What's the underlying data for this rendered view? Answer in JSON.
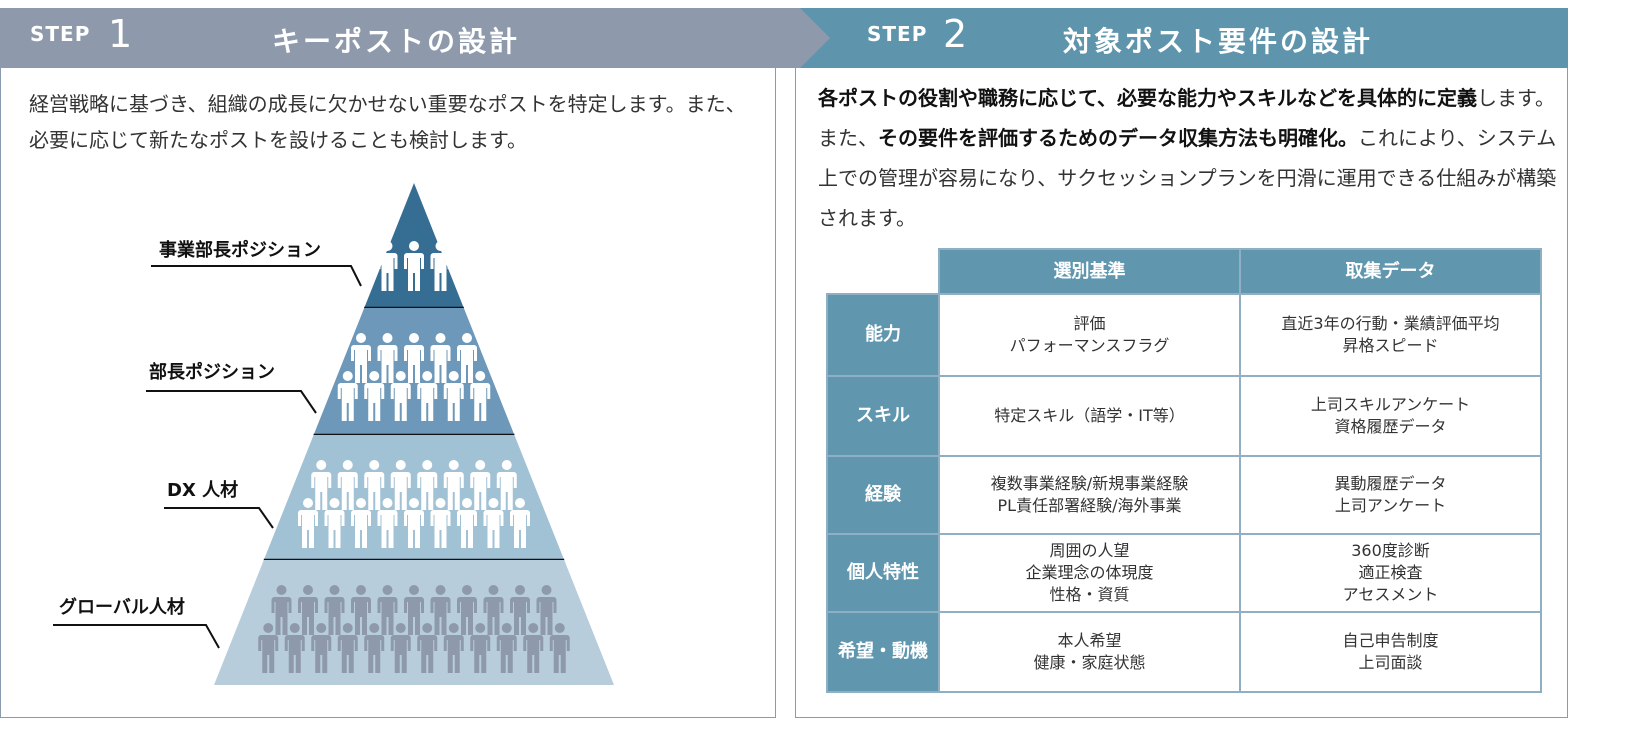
{
  "step1": {
    "step_label": "STEP",
    "step_number": "1",
    "title": "キーポストの設計",
    "intro": "経営戦略に基づき、組織の成長に欠かせない重要なポストを特定します。また、必要に応じて新たなポストを設けることも検討します。",
    "pyramid": [
      {
        "label": "事業部長ポジション",
        "people": 3,
        "color": "#366d93"
      },
      {
        "label": "部長ポジション",
        "people": 11,
        "color": "#6d98b9"
      },
      {
        "label": "DX 人材",
        "people": 17,
        "color": "#a1c1d4"
      },
      {
        "label": "グローバル人材",
        "people": 23,
        "color": "#b7cddc"
      }
    ]
  },
  "step2": {
    "step_label": "STEP",
    "step_number": "2",
    "title": "対象ポスト要件の設計",
    "intro_parts": [
      "各ポストの役割や職務に応じて、必要な能力やスキルなどを具体的に定義",
      "します。また、",
      "その要件を評価するためのデータ収集方法も明確化。",
      "これにより、システム上での管理が容易になり、サクセッションプランを円滑に運用できる仕組みが構築されます。"
    ],
    "table": {
      "headers": [
        "選別基準",
        "取集データ"
      ],
      "rows": [
        {
          "label": "能力",
          "criteria": [
            "評価",
            "パフォーマンスフラグ"
          ],
          "data": [
            "直近3年の行動・業績評価平均",
            "昇格スピード"
          ]
        },
        {
          "label": "スキル",
          "criteria": [
            "特定スキル（語学・IT等）"
          ],
          "data": [
            "上司スキルアンケート",
            "資格履歴データ"
          ]
        },
        {
          "label": "経験",
          "criteria": [
            "複数事業経験/新規事業経験",
            "PL責任部署経験/海外事業"
          ],
          "data": [
            "異動履歴データ",
            "上司アンケート"
          ]
        },
        {
          "label": "個人特性",
          "criteria": [
            "周囲の人望",
            "企業理念の体現度",
            "性格・資質"
          ],
          "data": [
            "360度診断",
            "適正検査",
            "アセスメント"
          ]
        },
        {
          "label": "希望・動機",
          "criteria": [
            "本人希望",
            "健康・家庭状態"
          ],
          "data": [
            "自己申告制度",
            "上司面談"
          ]
        }
      ]
    }
  },
  "colors": {
    "step1": "#8e9aac",
    "step2": "#5f94ad",
    "table_header": "#6097ae"
  }
}
